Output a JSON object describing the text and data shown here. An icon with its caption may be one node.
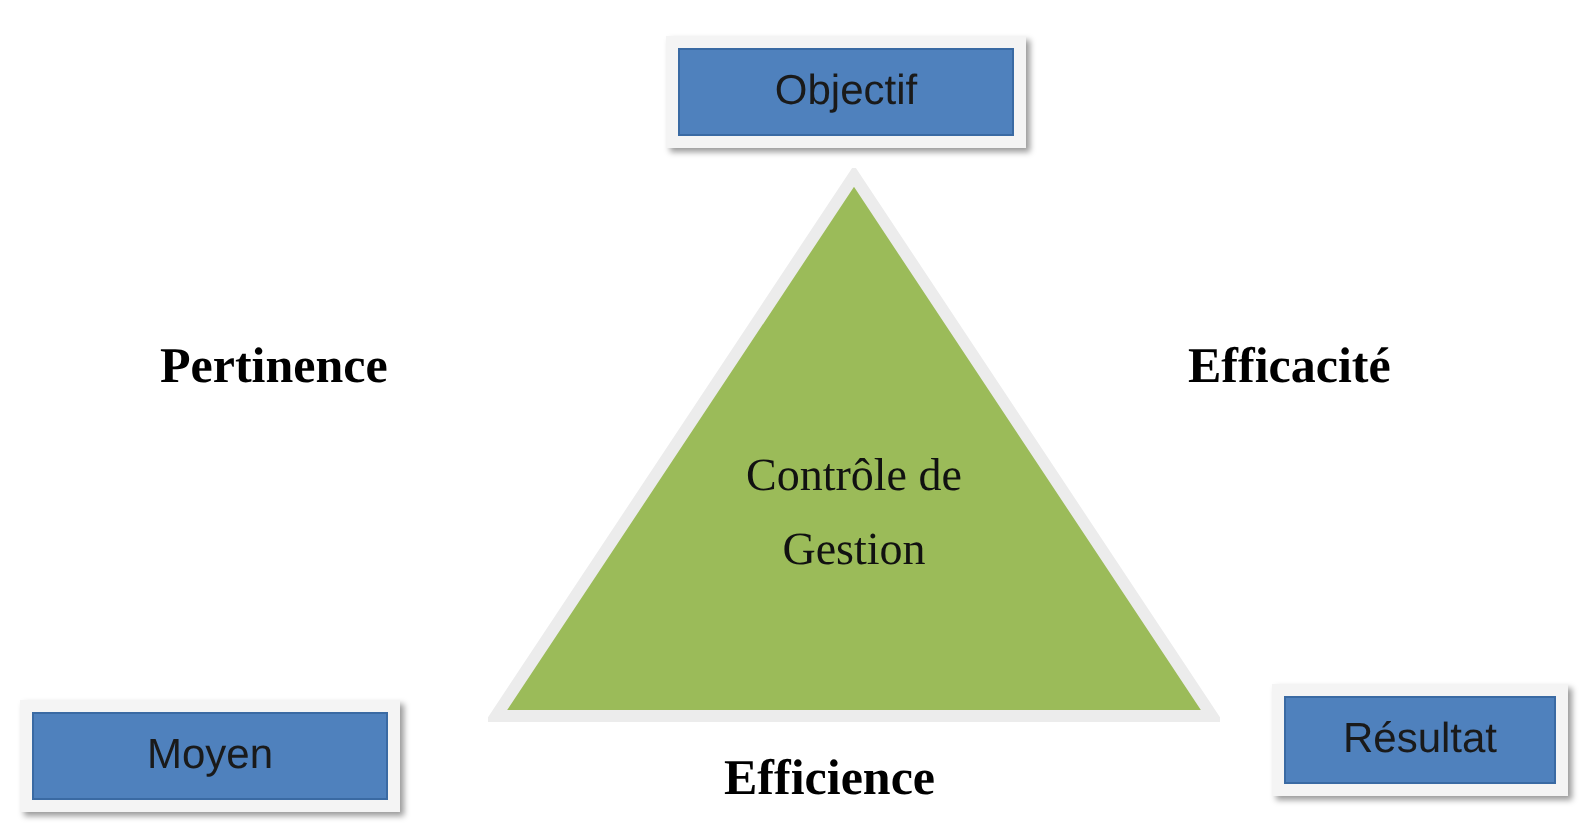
{
  "diagram": {
    "nodes": [
      {
        "text": [
          "Objectif"
        ]
      },
      {
        "text": [
          "Contrôle de Gestion"
        ]
      },
      {
        "text": [
          "Moyen"
        ]
      },
      {
        "text": [
          "Résultat"
        ]
      }
    ],
    "labels": [
      "Pertinence",
      "Efficacité",
      "Efficience"
    ]
  }
}
